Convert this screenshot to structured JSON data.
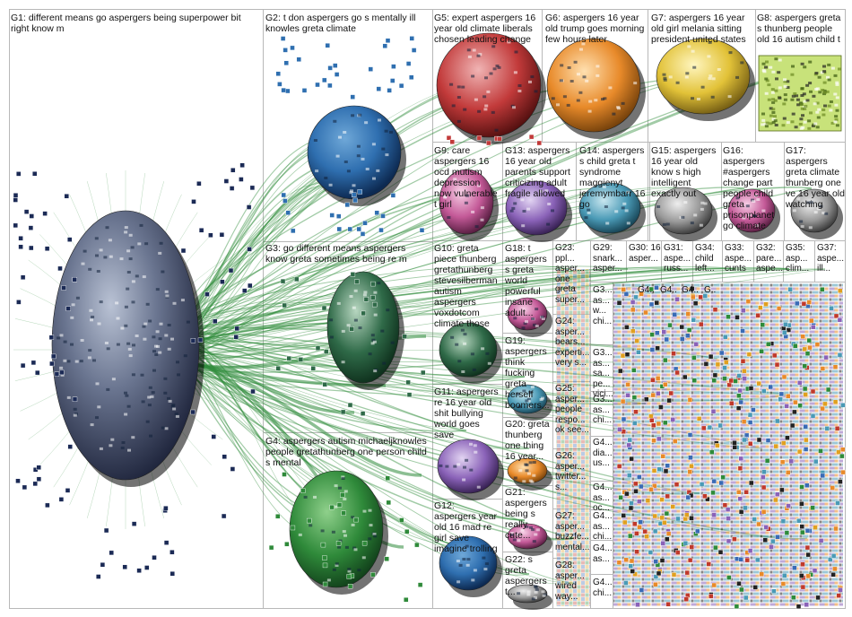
{
  "graph": {
    "background": "#ffffff",
    "edge_color": "#2e8b3a",
    "group_labels": [
      {
        "id": "G1",
        "text": "G1: different means go aspergers being superpower bit right know m"
      },
      {
        "id": "G2",
        "text": "G2: t don aspergers go s mentally ill knowles greta climate"
      },
      {
        "id": "G3",
        "text": "G3: go different means aspergers know greta sometimes being re m"
      },
      {
        "id": "G4",
        "text": "G4: aspergers autism michaeljknowles people gretathunberg one person child s mental"
      },
      {
        "id": "G5",
        "text": "G5: expert aspergers 16 year old climate liberals chosen leading change"
      },
      {
        "id": "G6",
        "text": "G6: aspergers 16 year old trump goes morning few hours later"
      },
      {
        "id": "G7",
        "text": "G7: aspergers 16 year old girl melania sitting president united states"
      },
      {
        "id": "G8",
        "text": "G8: aspergers greta s thunberg people old 16 autism child t"
      },
      {
        "id": "G9",
        "text": "G9: care aspergers 16 ocd mutism depression now vulnerable t girl"
      },
      {
        "id": "G10",
        "text": "G10: greta piece thunberg gretathunberg stevesilberman autism aspergers voxdotcom climate those"
      },
      {
        "id": "G11",
        "text": "G11: aspergers re 16 year old shit bullying world goes save"
      },
      {
        "id": "G12",
        "text": "G12: aspergers year old 16 mad re girl save imagine trolling"
      },
      {
        "id": "G13",
        "text": "G13: aspergers 16 year old parents support criticizing adult fragile allowed"
      },
      {
        "id": "G14",
        "text": "G14: aspergers s child greta t syndrome maggienyt jeremymbarr 16 go"
      },
      {
        "id": "G15",
        "text": "G15: aspergers 16 year old know s high intelligent exactly out"
      },
      {
        "id": "G16",
        "text": "G16: aspergers #aspergers change part people child greta prisonplanet go climate"
      },
      {
        "id": "G17",
        "text": "G17: aspergers greta climate thunberg one ve 16 year old watching"
      },
      {
        "id": "G18",
        "text": "G18: t aspergers s greta world powerful insane adult..."
      },
      {
        "id": "G19",
        "text": "G19: aspergers think fucking greta herself boomers..."
      },
      {
        "id": "G20",
        "text": "G20: greta thunberg one thing 16 year..."
      },
      {
        "id": "G21",
        "text": "G21: aspergers being s really cute..."
      },
      {
        "id": "G22",
        "text": "G22: s greta aspergers t..."
      },
      {
        "id": "G23",
        "text": "G23: ppl... asper... one greta super..."
      },
      {
        "id": "G24",
        "text": "G24: asper... bears... experti... very s..."
      },
      {
        "id": "G25",
        "text": "G25: asper... people respo... ok see..."
      },
      {
        "id": "G26",
        "text": "G26: asper... twitter... s..."
      },
      {
        "id": "G27",
        "text": "G27: asper... buzzfe... mental..."
      },
      {
        "id": "G28",
        "text": "G28: asper... wired way..."
      },
      {
        "id": "G29",
        "text": "G29: snark... asper..."
      },
      {
        "id": "G30",
        "text": "G30: 16 asper..."
      },
      {
        "id": "G31",
        "text": "G31: aspe... russ..."
      },
      {
        "id": "G34",
        "text": "G34: child left..."
      },
      {
        "id": "G33",
        "text": "G33: aspe... cunts"
      },
      {
        "id": "G32",
        "text": "G32: pare... aspe..."
      },
      {
        "id": "G35",
        "text": "G35: asp... clim..."
      },
      {
        "id": "G37",
        "text": "G37: aspe... ill..."
      },
      {
        "id": "G3x1",
        "text": "G3... as... w... chi..."
      },
      {
        "id": "G3x2",
        "text": "G3... as... sa... pe... vici..."
      },
      {
        "id": "G3x3",
        "text": "G3... as... chi..."
      },
      {
        "id": "G4x1",
        "text": "G4... dia... us..."
      },
      {
        "id": "G4x2",
        "text": "G4... as... oc..."
      },
      {
        "id": "G4x3",
        "text": "G4... as... chi..."
      },
      {
        "id": "G4x4",
        "text": "G4... as..."
      },
      {
        "id": "G4x5",
        "text": "G4... chi..."
      },
      {
        "id": "Gtop1",
        "text": "G4..."
      },
      {
        "id": "Gtop2",
        "text": "G4..."
      },
      {
        "id": "Gtop3",
        "text": "G4..."
      },
      {
        "id": "Gtop4",
        "text": "G..."
      }
    ]
  }
}
